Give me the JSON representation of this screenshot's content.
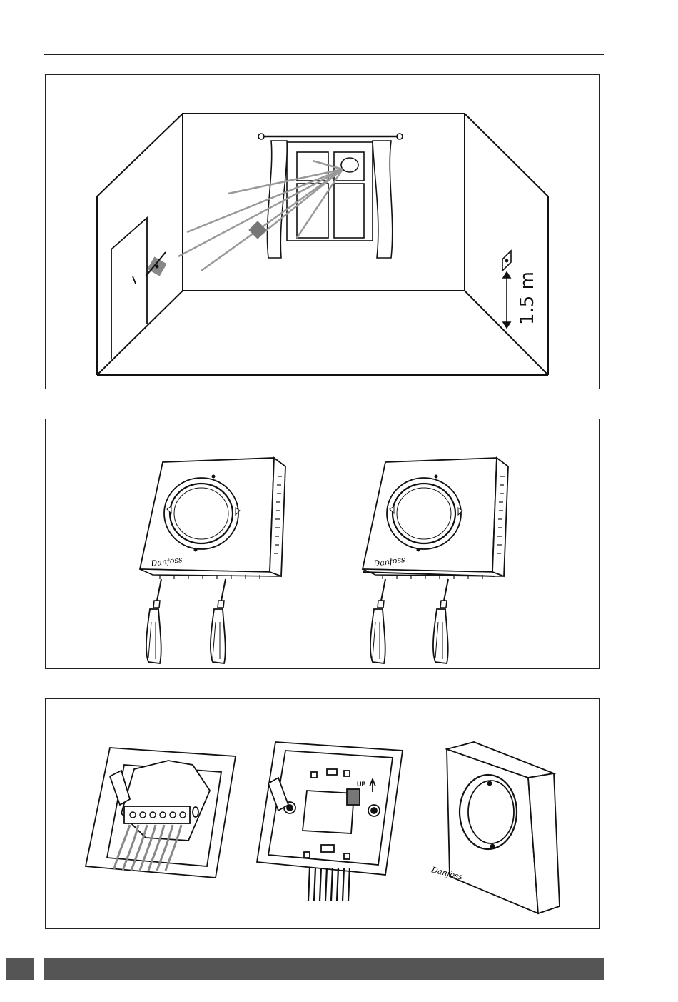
{
  "figures": {
    "room": {
      "height_label": "1.5 m"
    },
    "opening": {
      "brand_left": "Danfoss",
      "brand_right": "Danfoss"
    },
    "mounting": {
      "up_label": "UP",
      "brand": "Danfoss"
    }
  },
  "footer": {
    "page_number": ""
  }
}
